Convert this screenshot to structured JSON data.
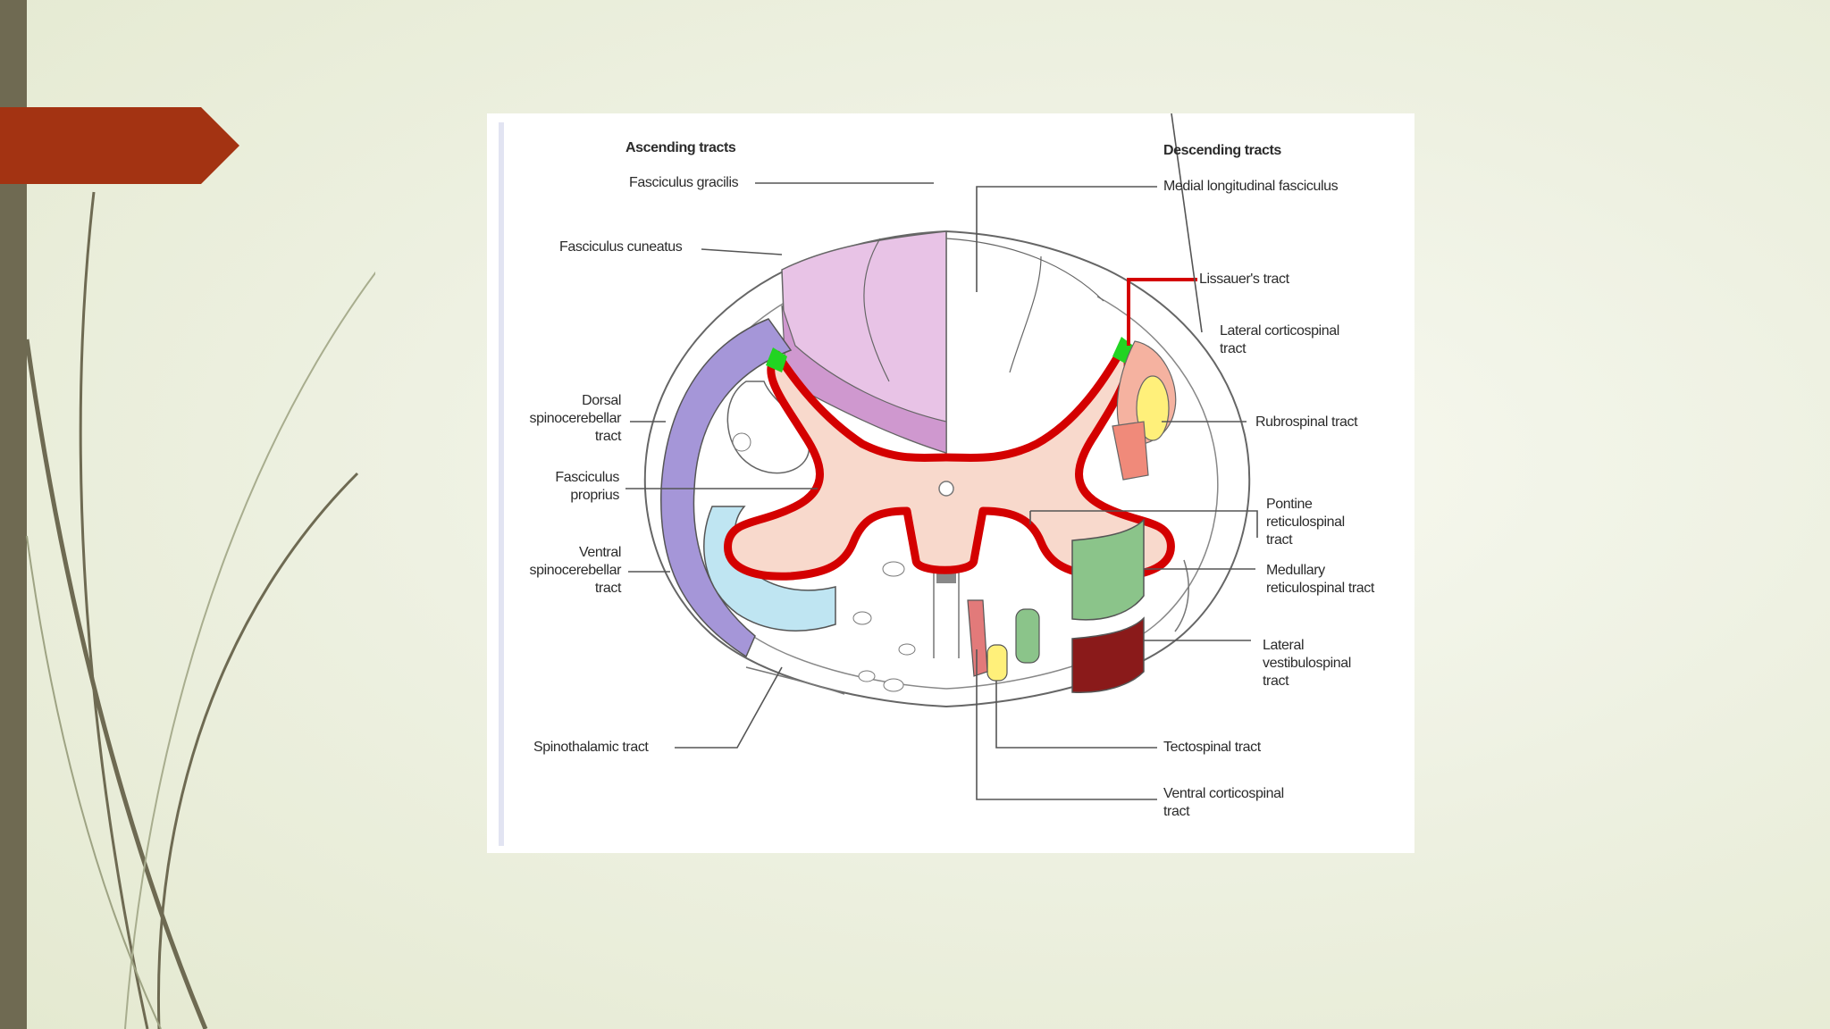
{
  "slide": {
    "colors": {
      "background": "#eef1e2",
      "left_bar": "#6f6a52",
      "title_arrow": "#a33312",
      "highlight_outline": "#d40000",
      "highlight_marker": "#22d422"
    }
  },
  "diagram": {
    "headers": {
      "ascending": "Ascending tracts",
      "descending": "Descending tracts"
    },
    "labels": {
      "fasciculus_gracilis": "Fasciculus gracilis",
      "fasciculus_cuneatus": "Fasciculus cuneatus",
      "dorsal_spinocerebellar": [
        "Dorsal",
        "spinocerebellar",
        "tract"
      ],
      "fasciculus_proprius": [
        "Fasciculus",
        "proprius"
      ],
      "ventral_spinocerebellar": [
        "Ventral",
        "spinocerebellar",
        "tract"
      ],
      "spinothalamic": "Spinothalamic tract",
      "medial_longitudinal": "Medial longitudinal fasciculus",
      "lissauer": "Lissauer's tract",
      "lateral_corticospinal": [
        "Lateral corticospinal",
        "tract"
      ],
      "rubrospinal": "Rubrospinal tract",
      "pontine_reticulospinal": [
        "Pontine",
        "reticulospinal",
        "tract"
      ],
      "medullary_reticulospinal": [
        "Medullary",
        "reticulospinal tract"
      ],
      "lateral_vestibulospinal": [
        "Lateral",
        "vestibulospinal",
        "tract"
      ],
      "tectospinal": "Tectospinal tract",
      "ventral_corticospinal": [
        "Ventral corticospinal",
        "tract"
      ]
    }
  }
}
